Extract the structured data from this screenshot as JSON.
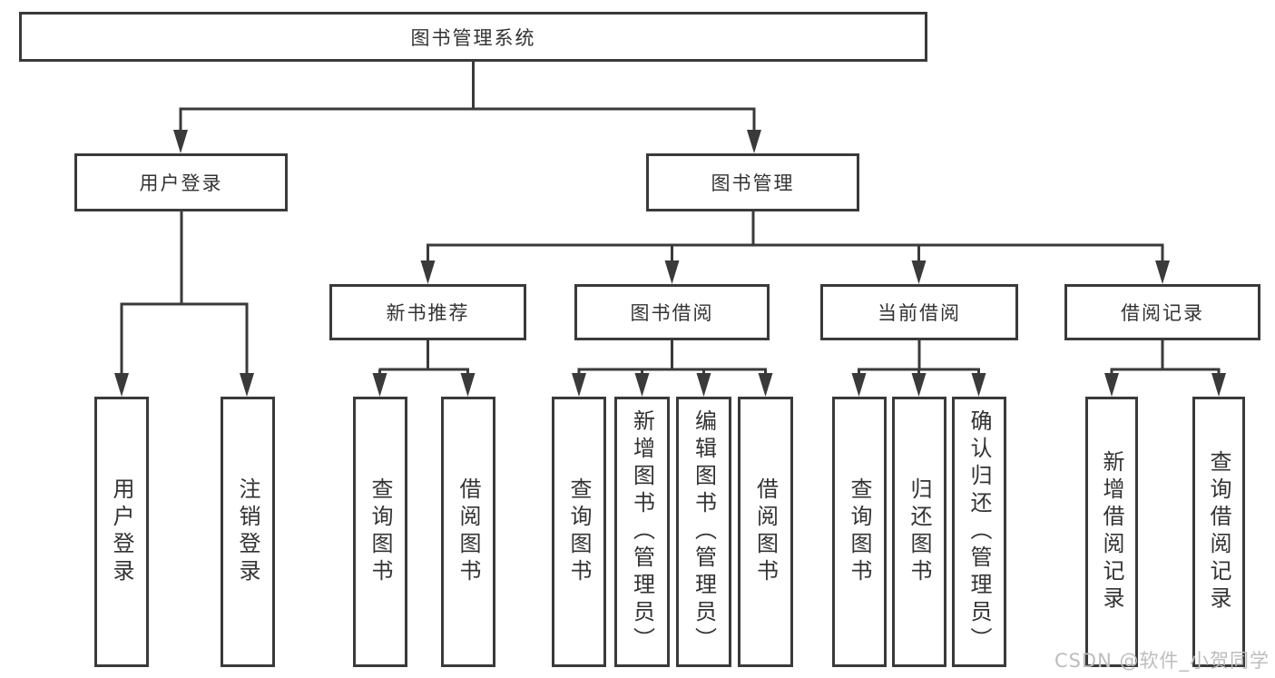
{
  "tree": {
    "root": {
      "label": "图书管理系统"
    },
    "branches": [
      {
        "label": "用户登录",
        "children": [
          {
            "label": "用户登录"
          },
          {
            "label": "注销登录"
          }
        ]
      },
      {
        "label": "图书管理",
        "children": [
          {
            "label": "新书推荐",
            "children": [
              {
                "label": "查询图书"
              },
              {
                "label": "借阅图书"
              }
            ]
          },
          {
            "label": "图书借阅",
            "children": [
              {
                "label": "查询图书"
              },
              {
                "label": "新增图书（管理员）"
              },
              {
                "label": "编辑图书（管理员）"
              },
              {
                "label": "借阅图书"
              }
            ]
          },
          {
            "label": "当前借阅",
            "children": [
              {
                "label": "查询图书"
              },
              {
                "label": "归还图书"
              },
              {
                "label": "确认归还（管理员）"
              }
            ]
          },
          {
            "label": "借阅记录",
            "children": [
              {
                "label": "新增借阅记录"
              },
              {
                "label": "查询借阅记录"
              }
            ]
          }
        ]
      }
    ]
  },
  "watermark": {
    "text": "CSDN @软件_小贺同学"
  },
  "colors": {
    "line": "#3a3a3a",
    "text": "#333333",
    "background": "#ffffff",
    "watermark": "#bfbcbd"
  }
}
